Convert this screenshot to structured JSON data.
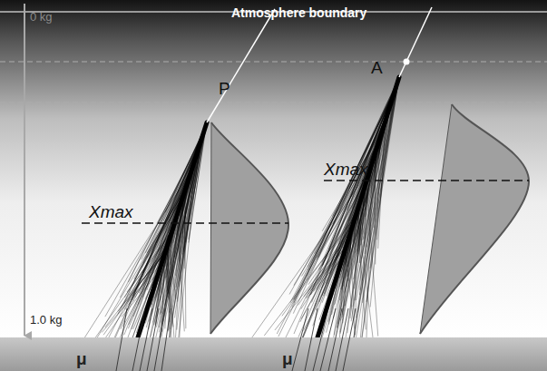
{
  "diagram": {
    "labels": [
      "0 kg",
      "Atmosphere boundary",
      "P",
      "A",
      "Xmax",
      "Xmax",
      "1.0 kg",
      "μ",
      "μ"
    ]
  }
}
